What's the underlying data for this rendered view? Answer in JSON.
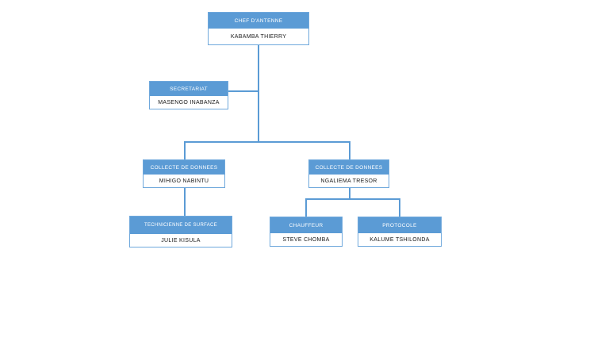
{
  "diagram": {
    "type": "org-chart",
    "background_color": "#FFFFFF",
    "accent_color": "#5B9BD5",
    "border_color": "#6FA8DC",
    "title_text_color": "#FFFFFF",
    "name_text_color": "#1A1A1A",
    "nodes": [
      {
        "id": "chef",
        "title": "CHEF D'ANTENNE",
        "name": "KABAMBA THIERRY"
      },
      {
        "id": "secretariat",
        "title": "SECRETARIAT",
        "name": "MASENGO INABANZA"
      },
      {
        "id": "collecte1",
        "title": "COLLECTE DE DONNEES",
        "name": "MIHIGO NABINTU"
      },
      {
        "id": "collecte2",
        "title": "COLLECTE DE DONNEES",
        "name": "NGALIEMA TRESOR"
      },
      {
        "id": "technicienne",
        "title": "TECHNICIENNE DE SURFACE",
        "name": "JULIE KISULA"
      },
      {
        "id": "chauffeur",
        "title": "CHAUFFEUR",
        "name": "STEVE CHOMBA"
      },
      {
        "id": "protocole",
        "title": "PROTOCOLE",
        "name": "KALUME TSHILONDA"
      }
    ]
  }
}
